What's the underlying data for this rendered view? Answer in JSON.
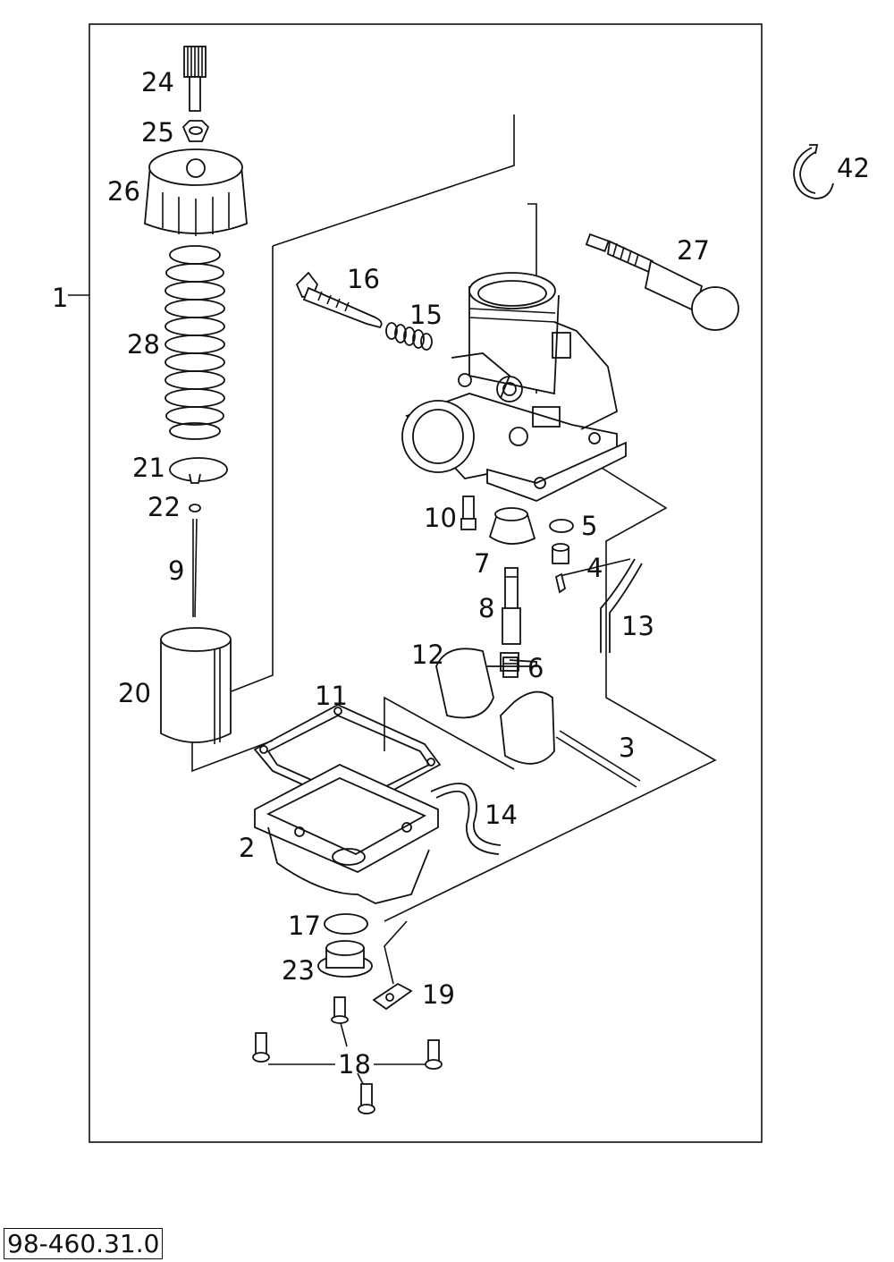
{
  "drawing_code": "98-460.31.0",
  "callouts": {
    "c1": "1",
    "c2": "2",
    "c3": "3",
    "c4": "4",
    "c5": "5",
    "c6": "6",
    "c7": "7",
    "c8": "8",
    "c9": "9",
    "c10": "10",
    "c11": "11",
    "c12": "12",
    "c13": "13",
    "c14": "14",
    "c15": "15",
    "c16": "16",
    "c17": "17",
    "c18": "18",
    "c19": "19",
    "c20": "20",
    "c21": "21",
    "c22": "22",
    "c23": "23",
    "c24": "24",
    "c25": "25",
    "c26": "26",
    "c27": "27",
    "c28": "28",
    "c42": "42"
  }
}
